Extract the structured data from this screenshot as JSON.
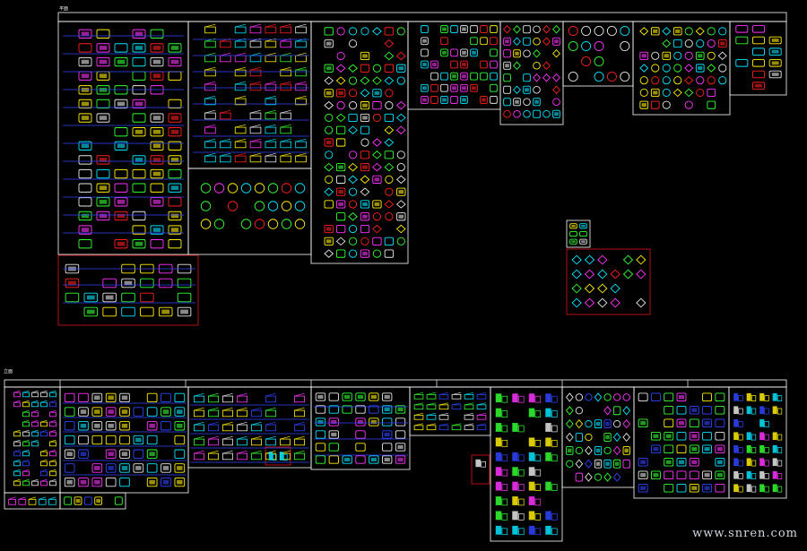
{
  "sheet": {
    "top_section_label": "平面",
    "bottom_section_label": "立面",
    "top_column_headers": [
      "",
      "",
      "",
      "",
      "",
      "",
      "",
      "",
      ""
    ],
    "bottom_column_headers": [
      "",
      "",
      "",
      "",
      "",
      "",
      "",
      "",
      "",
      "",
      "",
      "",
      ""
    ]
  },
  "watermark": {
    "text": "www.snren.com"
  },
  "colors": {
    "background": "#000000",
    "frame_white": "#ffffff",
    "frame_red": "#e0141e",
    "cyan": "#00e5ff",
    "blue": "#2f45ff",
    "yellow": "#ffee00",
    "red": "#ff2020",
    "magenta": "#ff33ff",
    "green": "#33ff33",
    "white_symbol": "#e6e6e6"
  },
  "symbol_palettes": {
    "furniture_plan": [
      "#00e5ff",
      "#ff2020",
      "#ffee00",
      "#ff33ff",
      "#33ff33",
      "#e6e6e6"
    ],
    "elevation": [
      "#00e5ff",
      "#2f45ff",
      "#e6e6e6",
      "#33ff33",
      "#ffee00",
      "#ff33ff"
    ]
  }
}
